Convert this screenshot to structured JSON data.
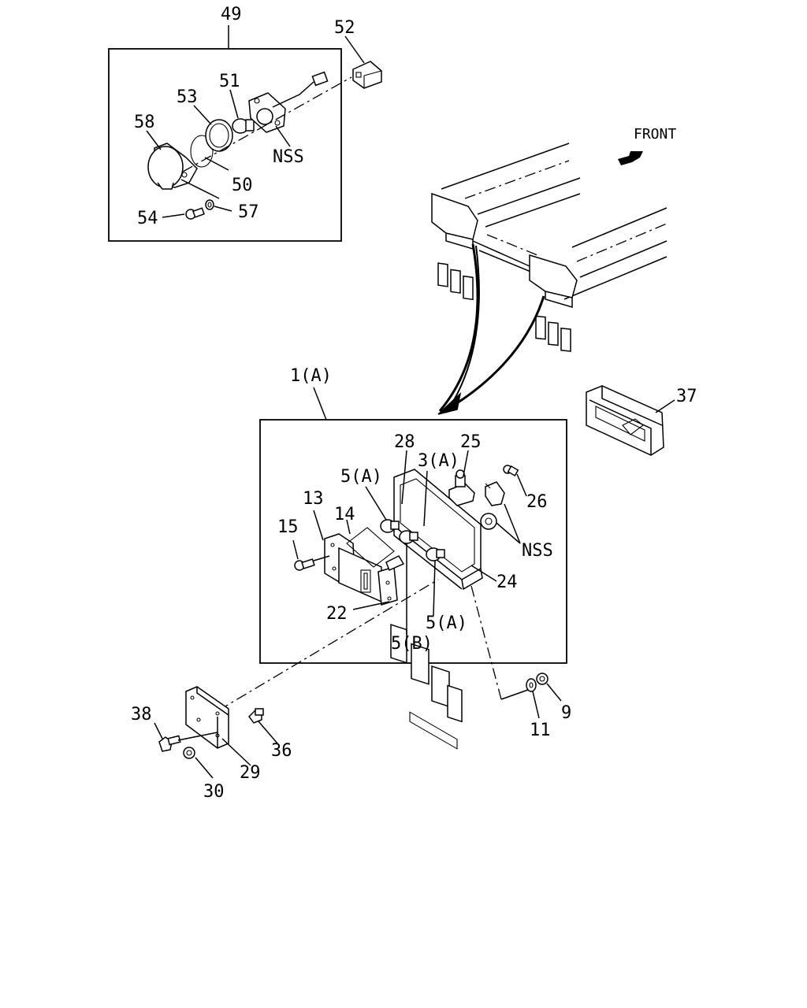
{
  "diagram": {
    "direction_label": "FRONT",
    "callouts": {
      "c49": "49",
      "c52": "52",
      "c51": "51",
      "c53": "53",
      "c58": "58",
      "c50": "50",
      "c54": "54",
      "c57": "57",
      "nss_top": "NSS",
      "c1a": "1(A)",
      "c37": "37",
      "c28": "28",
      "c25": "25",
      "c3a": "3(A)",
      "c5a_top": "5(A)",
      "c26": "26",
      "c13": "13",
      "c14": "14",
      "c15": "15",
      "nss_mid": "NSS",
      "c24": "24",
      "c22": "22",
      "c5a_bottom": "5(A)",
      "c5b": "5(B)",
      "c9": "9",
      "c11": "11",
      "c38": "38",
      "c36": "36",
      "c29": "29",
      "c30": "30"
    }
  }
}
